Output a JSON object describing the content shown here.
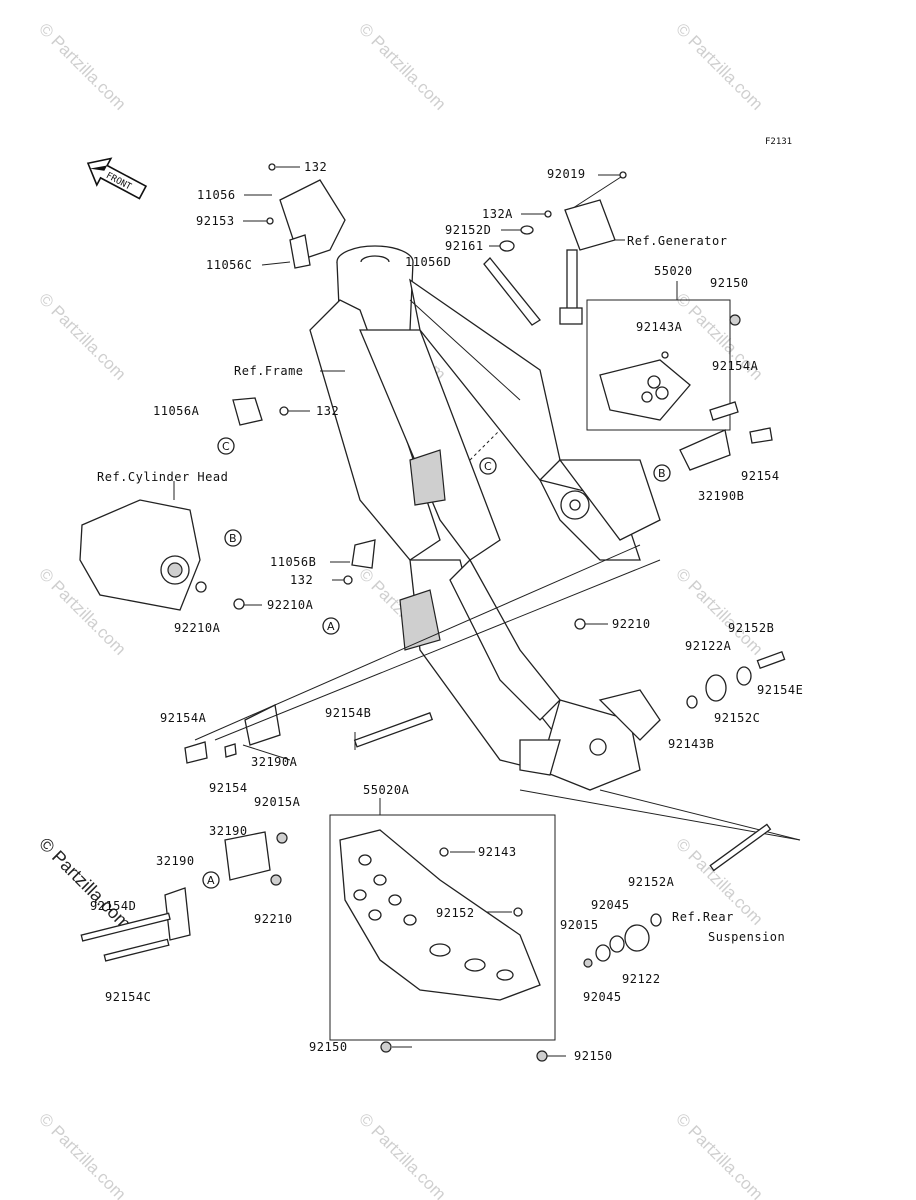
{
  "figure_code": "F2131",
  "front_arrow_label": "FRONT",
  "watermark_text": "© Partzilla.com",
  "ref_labels": {
    "generator": "Ref.Generator",
    "frame": "Ref.Frame",
    "cylinder_head": "Ref.Cylinder Head",
    "rear_suspension_1": "Ref.Rear",
    "rear_suspension_2": "Suspension"
  },
  "ref_markers": [
    "A",
    "B",
    "C"
  ],
  "part_numbers": {
    "p132_top": "132",
    "p11056": "11056",
    "p92153": "92153",
    "p11056C": "11056C",
    "p92019": "92019",
    "p132A": "132A",
    "p92152D": "92152D",
    "p92161": "92161",
    "p11056D": "11056D",
    "p55020": "55020",
    "p92150_top": "92150",
    "p92143A": "92143A",
    "p92154A_right": "92154A",
    "p11056A": "11056A",
    "p132_mid": "132",
    "p92154_right": "92154",
    "p32190B": "32190B",
    "p11056B": "11056B",
    "p132_low": "132",
    "p92210A_right": "92210A",
    "p92210A_left": "92210A",
    "p92210": "92210",
    "p92152B": "92152B",
    "p92122A": "92122A",
    "p92154E": "92154E",
    "p92152C": "92152C",
    "p92143B": "92143B",
    "p92154A_left": "92154A",
    "p92154B": "92154B",
    "p32190A": "32190A",
    "p92154_left": "92154",
    "p55020A": "55020A",
    "p92015A": "92015A",
    "p32190_a": "32190",
    "p32190_b": "32190",
    "p92143": "92143",
    "p92154D": "92154D",
    "p92210_low": "92210",
    "p92152": "92152",
    "p92152A": "92152A",
    "p92045_a": "92045",
    "p92015": "92015",
    "p92045_b": "92045",
    "p92122": "92122",
    "p92154C": "92154C",
    "p92150_left": "92150",
    "p92150_bottom": "92150"
  }
}
